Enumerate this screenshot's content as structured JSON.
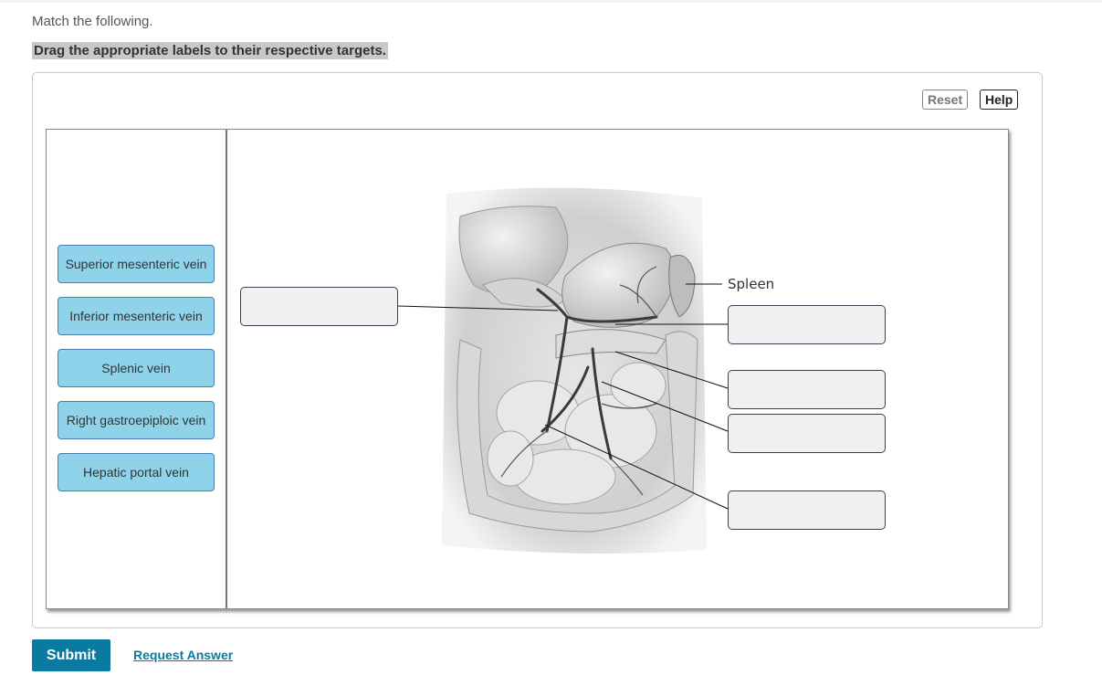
{
  "instruction": "Match the following.",
  "directive": "Drag the appropriate labels to their respective targets.",
  "toolbar": {
    "reset_label": "Reset",
    "help_label": "Help"
  },
  "labels": [
    "Superior mesenteric vein",
    "Inferior mesenteric vein",
    "Splenic vein",
    "Right gastroepiploic vein",
    "Hepatic portal vein"
  ],
  "diagram": {
    "spleen_label": "Spleen"
  },
  "actions": {
    "submit_label": "Submit",
    "request_answer_label": "Request Answer"
  },
  "colors": {
    "accent": "#0a7aa0",
    "chip": "#8fd3ea",
    "target": "#eff0f1"
  }
}
